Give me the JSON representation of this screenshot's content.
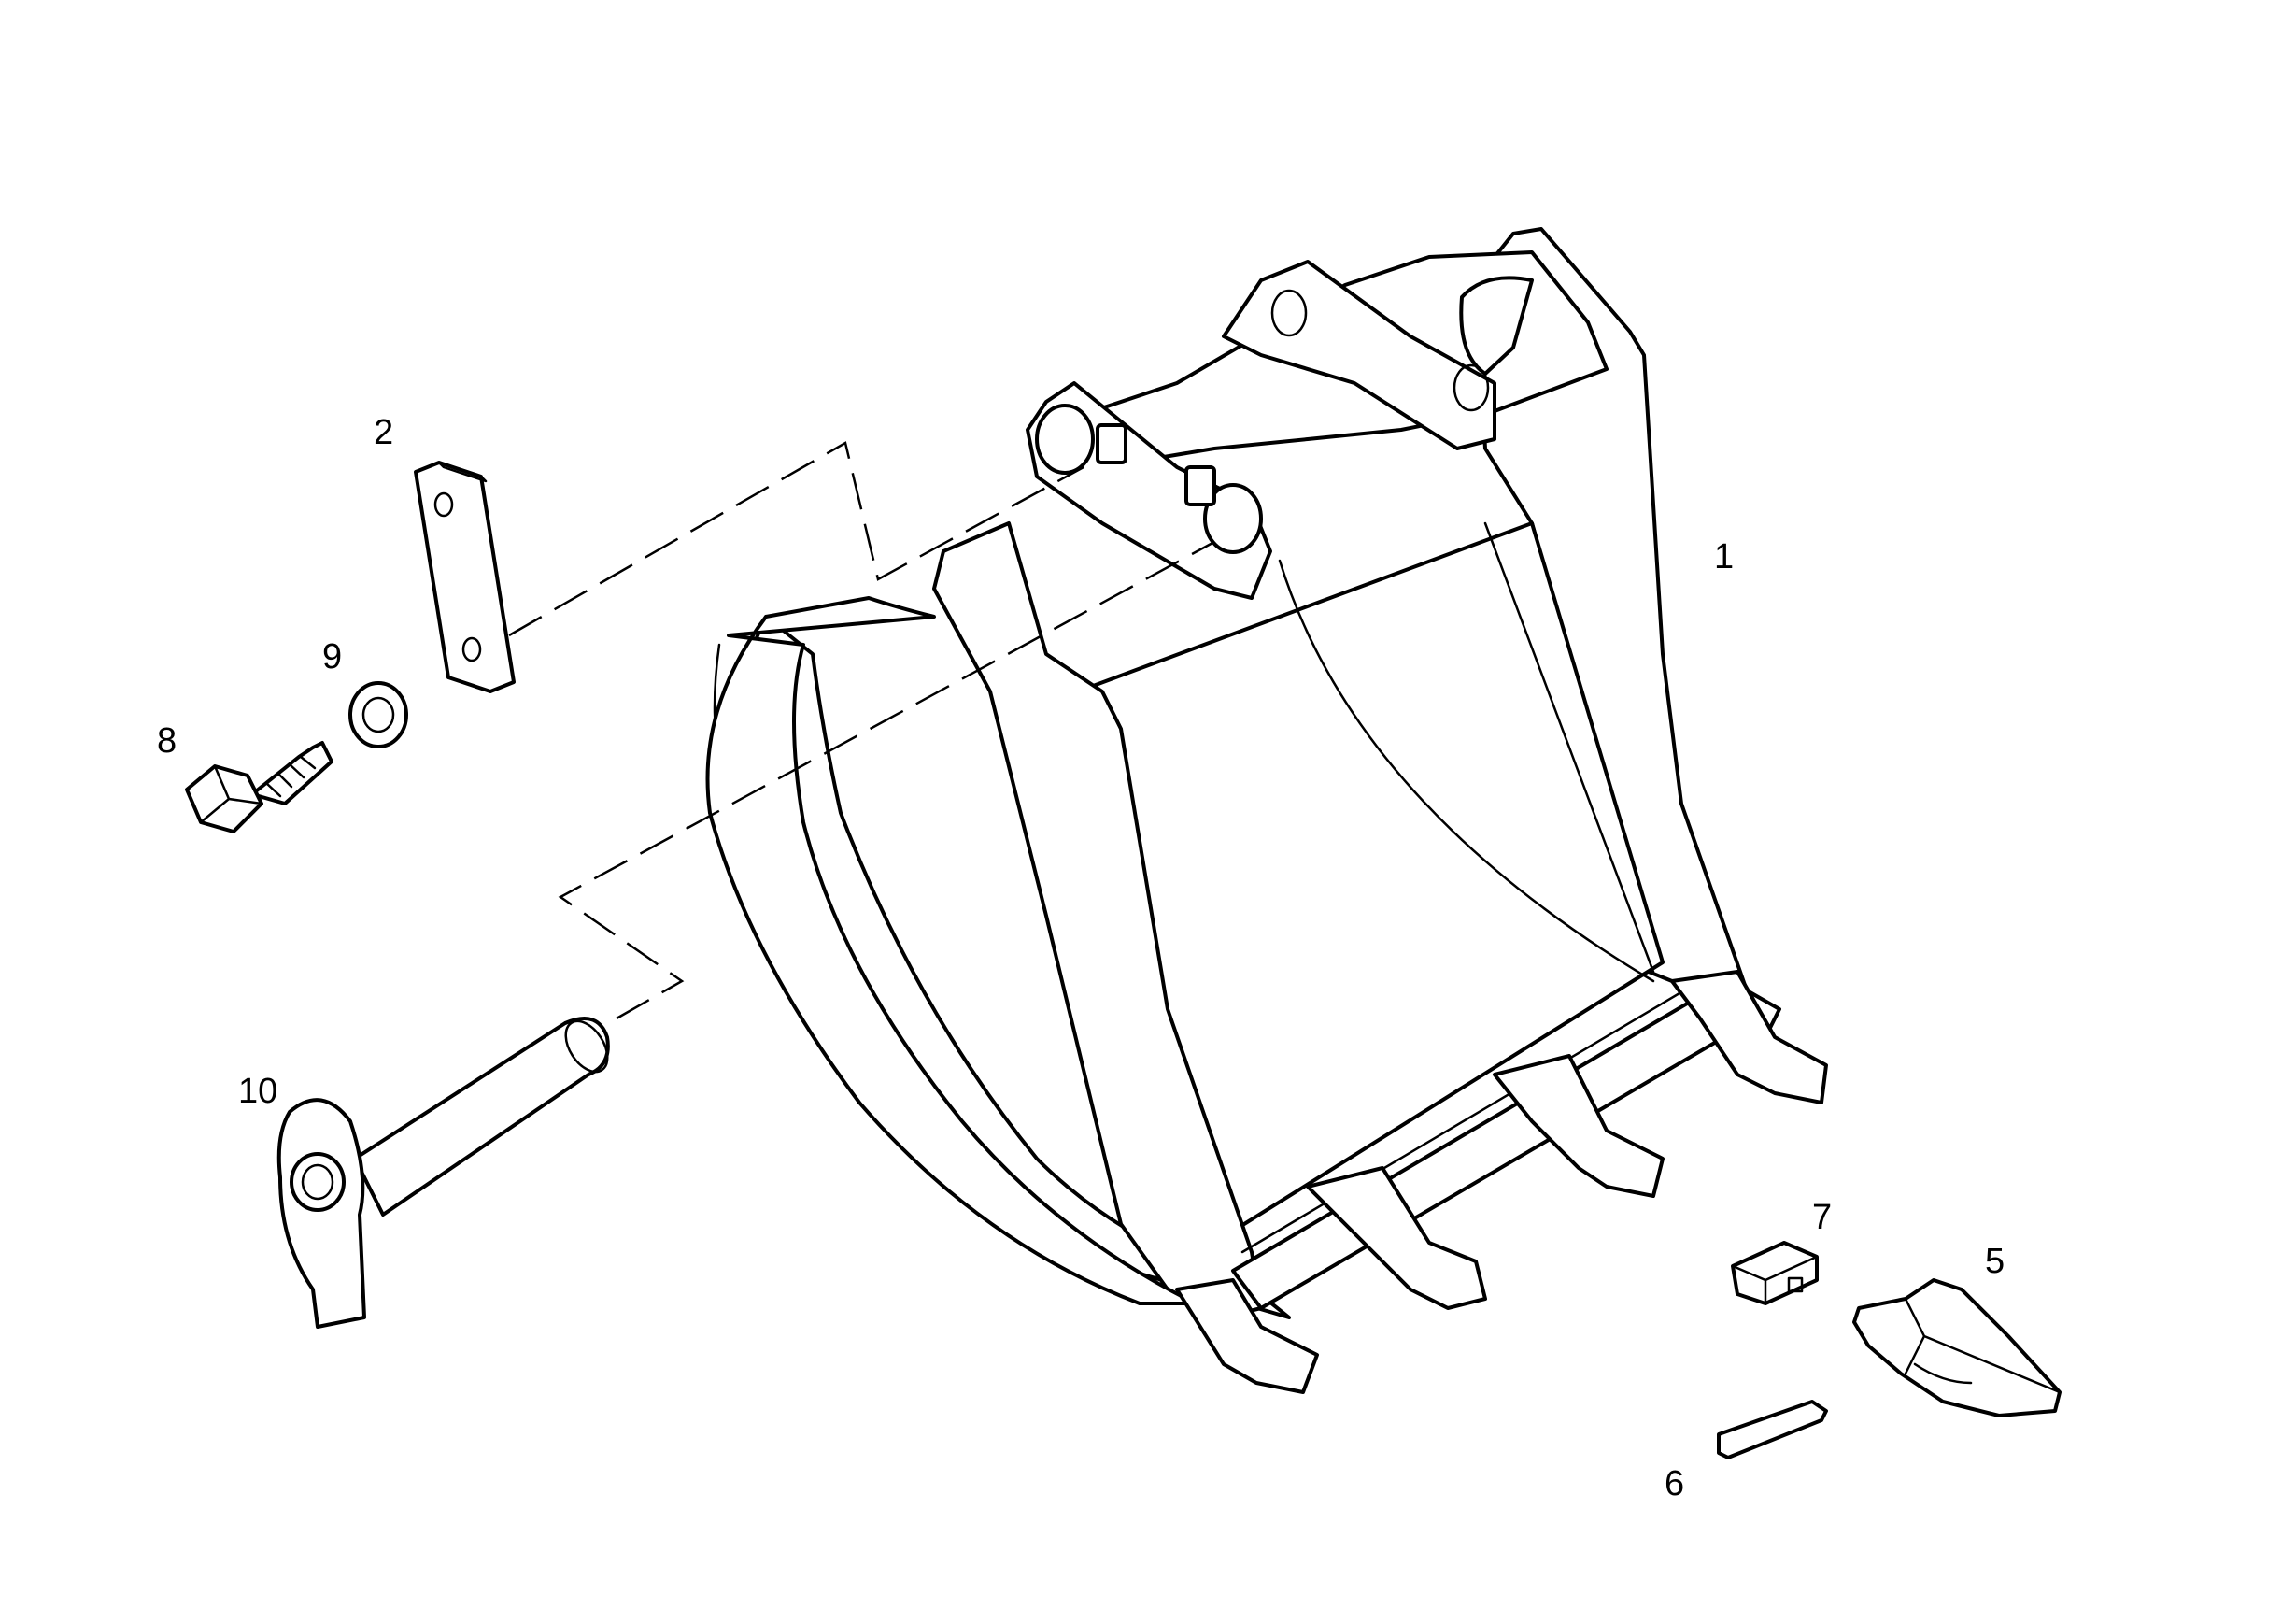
{
  "diagram": {
    "kind": "exploded parts drawing",
    "subject": "excavator bucket",
    "callouts": {
      "bucket": "1",
      "plate": "2",
      "tooth_point": "5",
      "retainer": "6",
      "lock": "7",
      "bolt": "8",
      "washer": "9",
      "pin": "10"
    },
    "colors": {
      "line": "#000000",
      "background": "#ffffff"
    }
  }
}
